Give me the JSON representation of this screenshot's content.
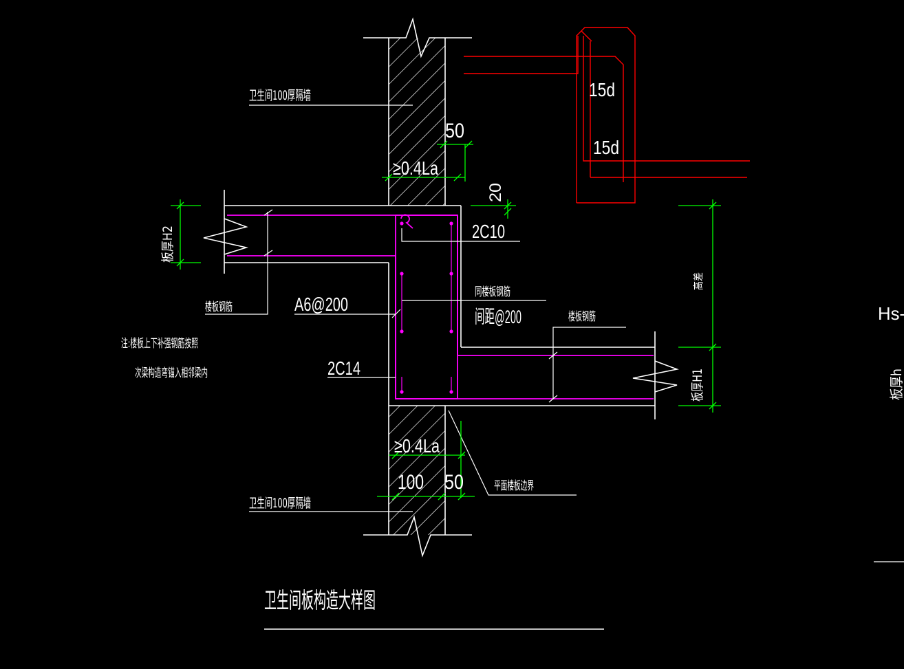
{
  "colors": {
    "background": "#000000",
    "line": "#ffffff",
    "rebar": "#ff00ff",
    "dimension": "#00ff00",
    "detail_red": "#ff0000"
  },
  "labels": {
    "wall_top": "卫生间100厚隔墙",
    "wall_bottom": "卫生间100厚隔墙",
    "slab_rebar_left": "楼板钢筋",
    "slab_rebar_right": "楼板钢筋",
    "stirrup": "A6@200",
    "bar_top": "2C10",
    "bar_bottom": "2C14",
    "tie_note_1": "同楼板钢筋",
    "tie_note_2": "间距@200",
    "note_line_1": "注:楼板上下补强钢筋按照",
    "note_line_2": "次梁构造弯锚入相邻梁内",
    "slab_edge": "平面楼板边界",
    "title": "卫生间板构造大样图",
    "cut_off_text_1": "Hs-",
    "cut_off_text_2": "板厚h"
  },
  "dimensions": {
    "top_offset": "50",
    "top_anchor": "≥0.4La",
    "cover": "20",
    "slab_thickness_left": "板厚H2",
    "height_right": "高差",
    "slab_thickness_right": "板厚H1",
    "bottom_anchor": "≥0.4La",
    "wall_thickness": "100",
    "bottom_offset": "50"
  },
  "red_detail": {
    "hook_upper": "15d",
    "hook_lower": "15d"
  }
}
